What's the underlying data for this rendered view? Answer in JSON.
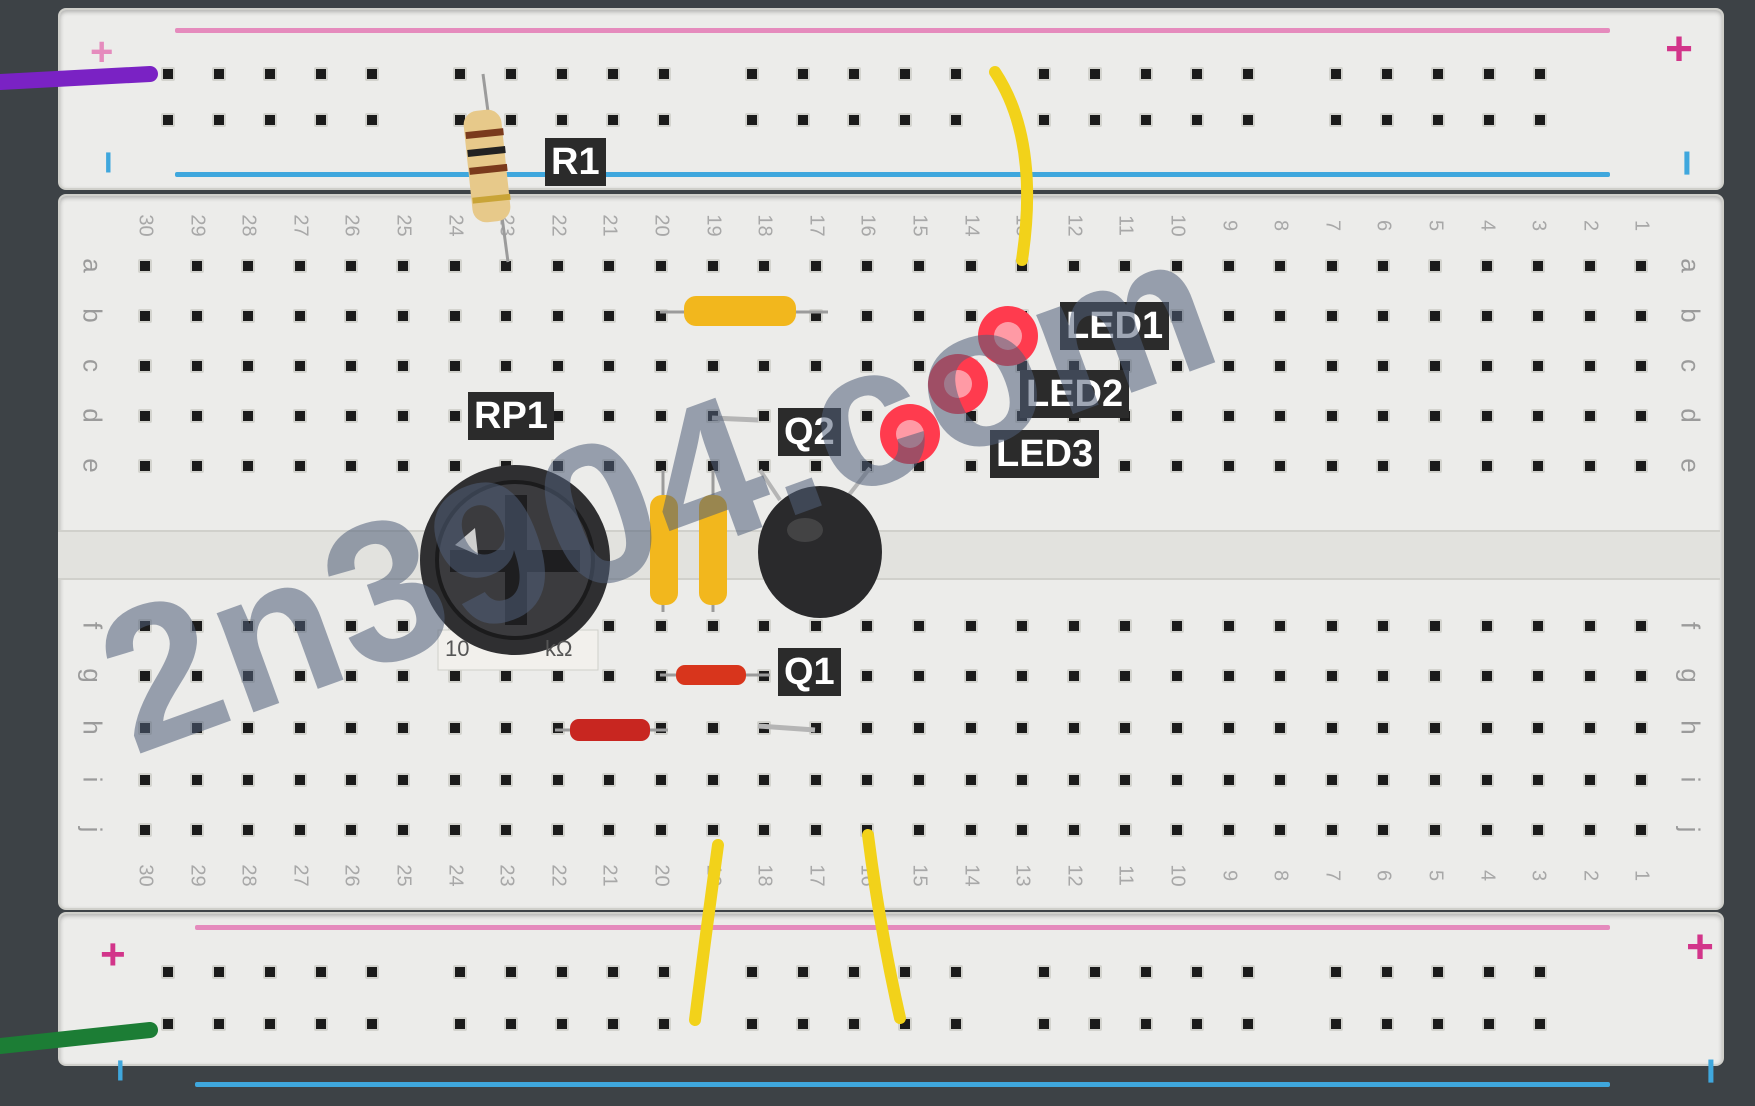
{
  "labels": {
    "r1": "R1",
    "rp1": "RP1",
    "q1": "Q1",
    "q2": "Q2",
    "led1": "LED1",
    "led2": "LED2",
    "led3": "LED3"
  },
  "potentiometer": {
    "left_text": "10",
    "right_text": "kΩ"
  },
  "watermark": "2n3904.com",
  "breadboard": {
    "column_numbers": [
      "30",
      "29",
      "28",
      "27",
      "26",
      "25",
      "24",
      "23",
      "22",
      "21",
      "20",
      "19",
      "18",
      "17",
      "16",
      "15",
      "14",
      "13",
      "12",
      "11",
      "10",
      "9",
      "8",
      "7",
      "6",
      "5",
      "4",
      "3",
      "2",
      "1"
    ],
    "top_rows": [
      "a",
      "b",
      "c",
      "d",
      "e"
    ],
    "bottom_rows": [
      "f",
      "g",
      "h",
      "i",
      "j"
    ],
    "plus": "+",
    "minus": "−"
  },
  "colors": {
    "rail_plus": "#e58bbd",
    "rail_minus": "#3fa7dd",
    "led": "#ff3b4e",
    "jumper_yellow": "#f2d21a",
    "wire_purple": "#8a2bd1",
    "wire_green": "#1f8a3a"
  }
}
